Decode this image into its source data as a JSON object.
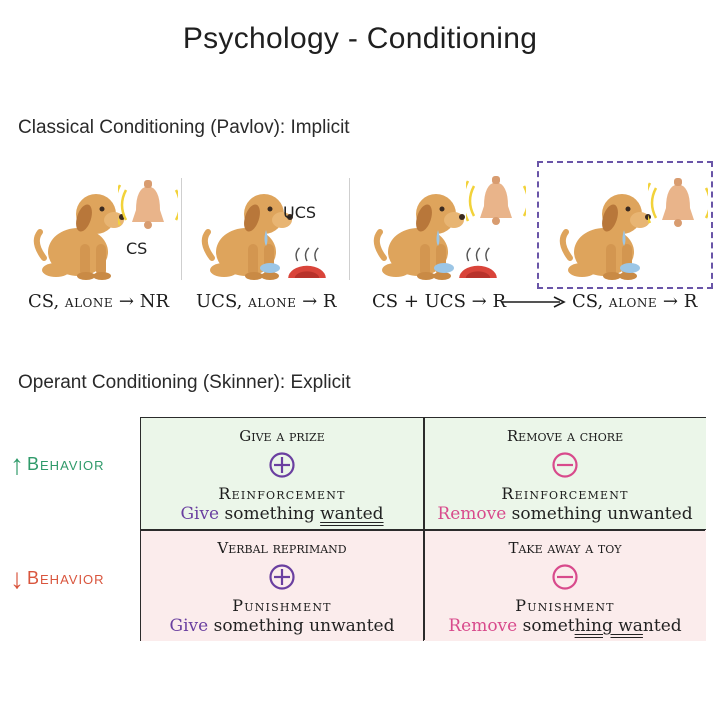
{
  "title": "Psychology - Conditioning",
  "classical": {
    "heading": "Classical Conditioning (Pavlov): Implicit",
    "cs_bubble": "CS",
    "ucs_bubble": "UCS",
    "formulas": [
      {
        "main": "CS,",
        "small": "ALONE",
        "result": "→ NR"
      },
      {
        "main": "UCS,",
        "small": "ALONE",
        "result": "→ R"
      },
      {
        "main": "CS + UCS",
        "small": "",
        "result": "→ R"
      },
      {
        "main": "CS,",
        "small": "ALONE",
        "result": "→ R"
      }
    ]
  },
  "operant": {
    "heading": "Operant Conditioning (Skinner): Explicit",
    "increase_label": "Behavior",
    "decrease_label": "Behavior",
    "cells": [
      {
        "example": "Give a prize",
        "kind": "Reinforcement",
        "verb": "Give",
        "rest": " something ",
        "tail": "wanted"
      },
      {
        "example": "Remove a chore",
        "kind": "Reinforcement",
        "verb": "Remove",
        "rest": " something unwanted",
        "tail": ""
      },
      {
        "example": "Verbal reprimand",
        "kind": "Punishment",
        "verb": "Give",
        "rest": " something unwanted",
        "tail": ""
      },
      {
        "example": "Take away a toy",
        "kind": "Punishment",
        "verb": "Remove",
        "rest": " somet",
        "tail": "hing wa",
        "rest2": "nted"
      }
    ]
  },
  "colors": {
    "dog": "#dea45c",
    "dog_dark": "#b8773a",
    "bell": "#e9b48a",
    "sound": "#f2d23a",
    "meat": "#d9443a",
    "drool": "#9cc6e6",
    "purple": "#6a3fa0",
    "pink": "#d84a8c",
    "green_bg": "#ebf6e9",
    "red_bg": "#fbecec",
    "up_arrow": "#2f9a6a",
    "down_arrow": "#d9553d"
  }
}
